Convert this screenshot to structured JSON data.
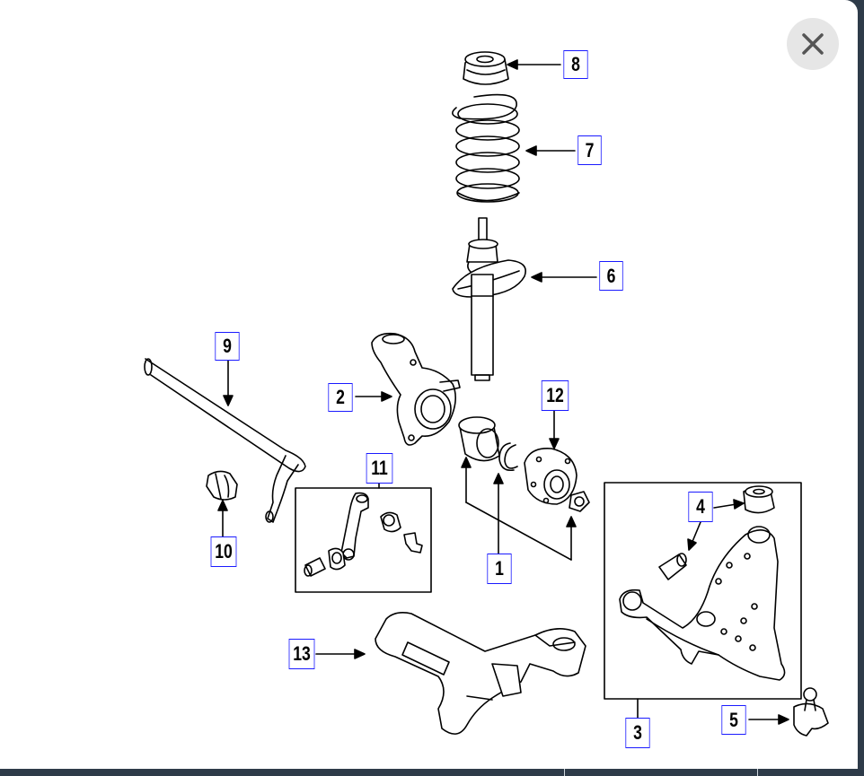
{
  "close_button": {
    "icon": "close-icon"
  },
  "labels": {
    "l1": "1",
    "l2": "2",
    "l3": "3",
    "l4": "4",
    "l5": "5",
    "l6": "6",
    "l7": "7",
    "l8": "8",
    "l9": "9",
    "l10": "10",
    "l11": "11",
    "l12": "12",
    "l13": "13"
  }
}
